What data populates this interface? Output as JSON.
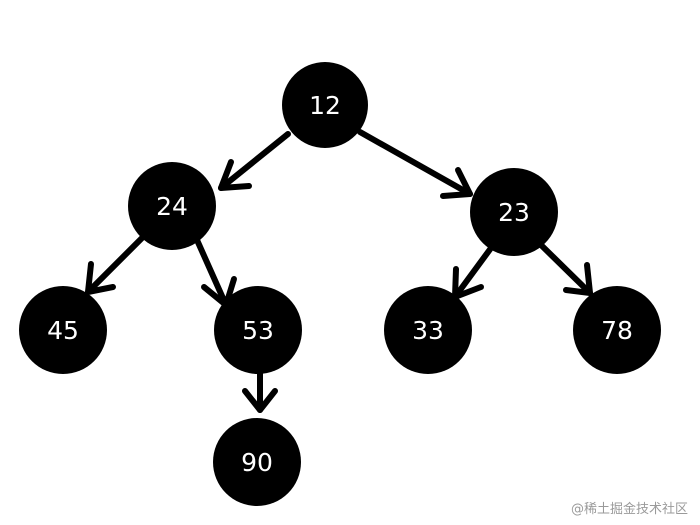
{
  "nodes": [
    {
      "id": "n12",
      "label": "12"
    },
    {
      "id": "n24",
      "label": "24"
    },
    {
      "id": "n23",
      "label": "23"
    },
    {
      "id": "n45",
      "label": "45"
    },
    {
      "id": "n53",
      "label": "53"
    },
    {
      "id": "n33",
      "label": "33"
    },
    {
      "id": "n78",
      "label": "78"
    },
    {
      "id": "n90",
      "label": "90"
    }
  ],
  "edges": [
    {
      "from": "12",
      "to": "24"
    },
    {
      "from": "12",
      "to": "23"
    },
    {
      "from": "24",
      "to": "45"
    },
    {
      "from": "24",
      "to": "53"
    },
    {
      "from": "23",
      "to": "33"
    },
    {
      "from": "23",
      "to": "78"
    },
    {
      "from": "53",
      "to": "90"
    }
  ],
  "colors": {
    "node_fill": "#000000",
    "node_text": "#ffffff",
    "edge": "#000000",
    "watermark": "#9a9a9a"
  },
  "watermark": "@稀土掘金技术社区"
}
